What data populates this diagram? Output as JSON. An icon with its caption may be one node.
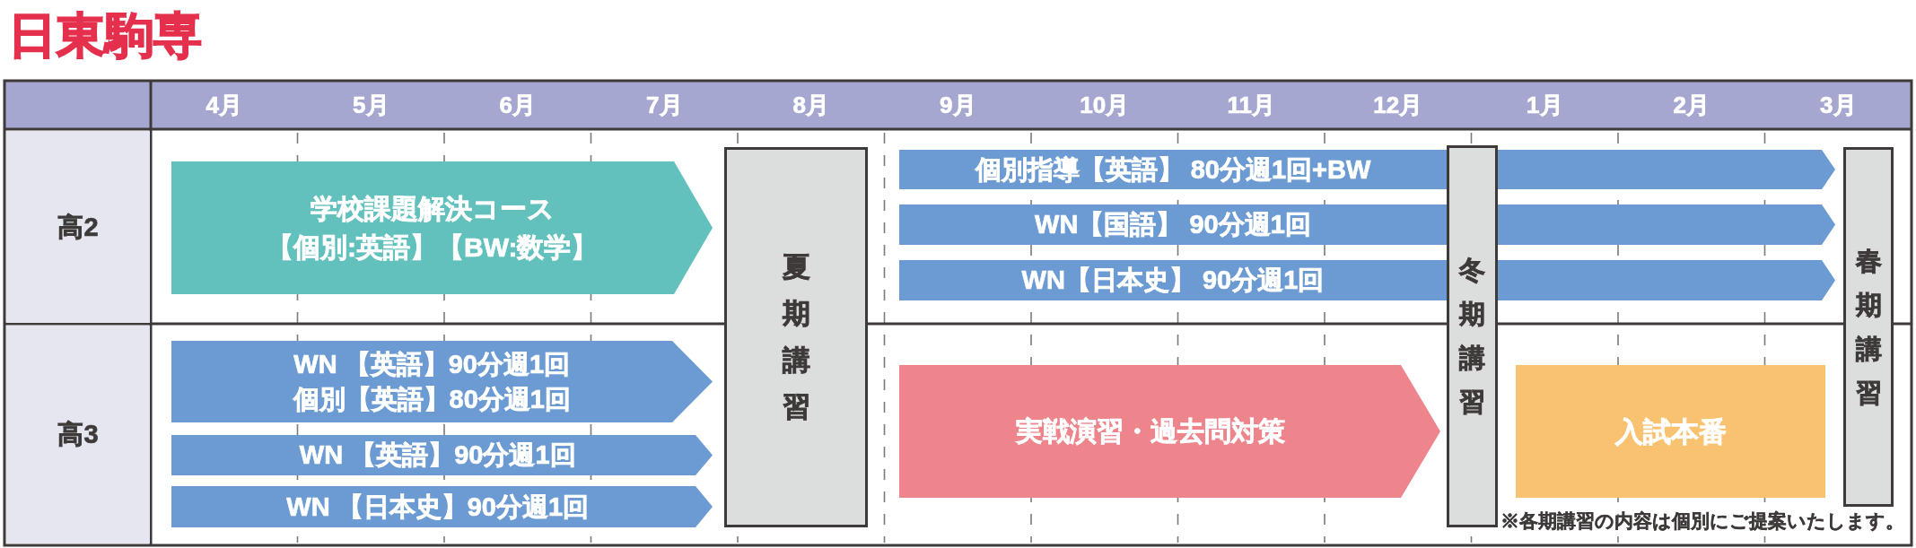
{
  "diagram": {
    "title": "日東駒専",
    "nodes": [
      {
        "text": [
          "高2"
        ]
      },
      {
        "text": [
          "学校課題解決コース",
          "【個別:英語】【BW:数学】"
        ]
      },
      {
        "text": [
          "夏期講習"
        ]
      },
      {
        "text": [
          "個別指導【英語】 80分週1回+BW"
        ]
      },
      {
        "text": [
          "WN【国語】 90分週1回"
        ]
      },
      {
        "text": [
          "WN【日本史】 90分週1回"
        ]
      },
      {
        "text": [
          "冬期講習"
        ]
      },
      {
        "text": [
          "春期講習"
        ]
      },
      {
        "text": [
          "高3"
        ]
      },
      {
        "text": [
          "WN 【英語】90分週1回",
          "個別【英語】80分週1回"
        ]
      },
      {
        "text": [
          "WN 【英語】90分週1回"
        ]
      },
      {
        "text": [
          "WN 【日本史】90分週1回"
        ]
      },
      {
        "text": [
          "実戦演習・過去問対策"
        ]
      },
      {
        "text": [
          "入試本番"
        ]
      }
    ],
    "labels": [
      "4月",
      "5月",
      "6月",
      "7月",
      "8月",
      "9月",
      "10月",
      "11月",
      "12月",
      "1月",
      "2月",
      "3月",
      "※各期講習の内容は個別にご提案いたします。"
    ]
  }
}
